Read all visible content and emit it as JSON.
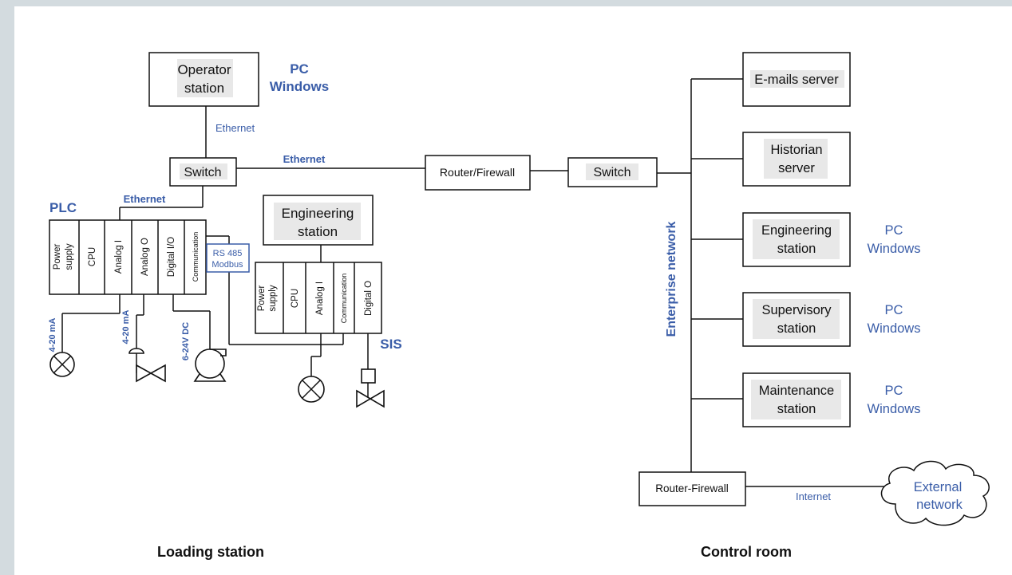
{
  "operator_station": {
    "line1": "Operator",
    "line2": "station"
  },
  "pc_windows_top": {
    "line1": "PC",
    "line2": "Windows"
  },
  "ethernet_vertical": "Ethernet",
  "ethernet_horizontal": "Ethernet",
  "ethernet_plc": "Ethernet",
  "switch_left": "Switch",
  "switch_right": "Switch",
  "router_firewall_mid": "Router/Firewall",
  "plc_label": "PLC",
  "plc_modules": [
    "Power supply",
    "CPU",
    "Analog I",
    "Analog O",
    "Digital I/O",
    "Communication"
  ],
  "rs485": {
    "line1": "RS 485",
    "line2": "Modbus"
  },
  "engineering_station_center": {
    "line1": "Engineering",
    "line2": "station"
  },
  "sis_modules": [
    "Power supply",
    "CPU",
    "Analog I",
    "Communication",
    "Digital O"
  ],
  "sis_label": "SIS",
  "signal_labels": [
    "4-20 mA",
    "4-20 mA",
    "6-24V DC"
  ],
  "enterprise_network": "Enterprise network",
  "servers": [
    {
      "line1": "E-mails server",
      "line2": ""
    },
    {
      "line1": "Historian",
      "line2": "server"
    },
    {
      "line1": "Engineering",
      "line2": "station"
    },
    {
      "line1": "Supervisory",
      "line2": "station"
    },
    {
      "line1": "Maintenance",
      "line2": "station"
    }
  ],
  "pc_windows_right": [
    {
      "line1": "PC",
      "line2": "Windows"
    },
    {
      "line1": "PC",
      "line2": "Windows"
    },
    {
      "line1": "PC",
      "line2": "Windows"
    }
  ],
  "router_firewall_bottom": "Router-Firewall",
  "internet": "Internet",
  "external_network": {
    "line1": "External",
    "line2": "network"
  },
  "loading_station": "Loading station",
  "control_room": "Control room"
}
